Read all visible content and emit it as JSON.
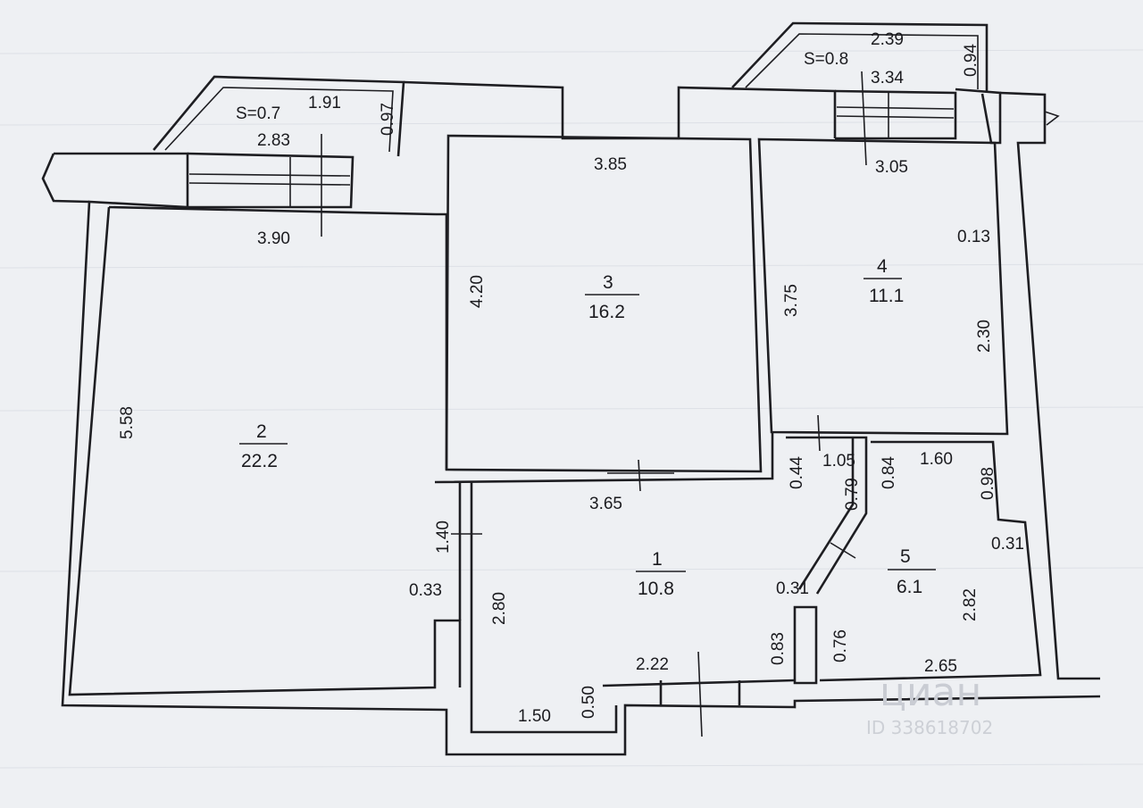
{
  "rooms": [
    {
      "id": "1",
      "number": "1",
      "area": "10.8"
    },
    {
      "id": "2",
      "number": "2",
      "area": "22.2"
    },
    {
      "id": "3",
      "number": "3",
      "area": "16.2"
    },
    {
      "id": "4",
      "number": "4",
      "area": "11.1"
    },
    {
      "id": "5",
      "number": "5",
      "area": "6.1"
    }
  ],
  "balconies": [
    {
      "id": "left",
      "area": "S=0.7",
      "width": "1.91",
      "length": "2.83",
      "depth": "0.97"
    },
    {
      "id": "right",
      "area": "S=0.8",
      "width": "2.39",
      "length": "3.34",
      "depth": "0.94"
    }
  ],
  "dimensions": {
    "room2_width": "3.90",
    "room2_length": "5.58",
    "niche": "0.33",
    "room3_width": "3.85",
    "room3_length": "4.20",
    "room4_width": "3.05",
    "room4_length": "3.75",
    "room4_ledge": "0.13",
    "room4_right": "2.30",
    "room1_width": "3.65",
    "room1_wall": "1.40",
    "room1_length": "2.80",
    "room1_bottom": "2.22",
    "room1_notch_w": "1.50",
    "room1_notch_d": "0.50",
    "room1_post": "0.83",
    "hall_a": "0.44",
    "hall_b": "1.05",
    "hall_c": "0.79",
    "hall_d": "0.84",
    "room5_width": "1.60",
    "room5_a": "0.98",
    "room5_b": "0.31",
    "room5_length": "2.82",
    "room5_bottom": "2.65",
    "room5_c": "0.31",
    "room5_d": "0.76"
  },
  "watermark": {
    "brand": "циан",
    "id": "ID 338618702"
  }
}
